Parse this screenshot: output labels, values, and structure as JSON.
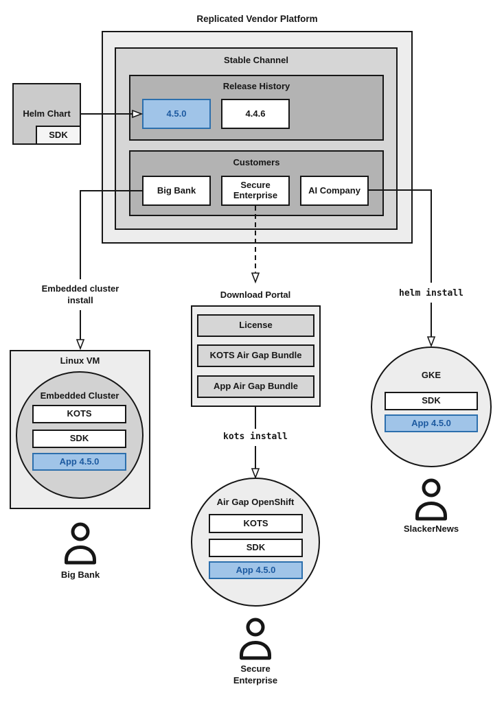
{
  "colors": {
    "highlight_fill": "#a0c4e8",
    "highlight_border": "#2c6fad",
    "highlight_text": "#1d5aa0",
    "container_light": "#ededed",
    "container_mid": "#d6d6d6",
    "container_dark": "#b3b3b3",
    "line": "#161616"
  },
  "vendor_platform": {
    "title": "Replicated Vendor Platform",
    "stable_channel": {
      "label": "Stable Channel",
      "release_history": {
        "label": "Release History",
        "releases": [
          "4.5.0",
          "4.4.6"
        ],
        "highlighted_release": "4.5.0"
      },
      "customers": {
        "label": "Customers",
        "items": [
          "Big Bank",
          "Secure Enterprise",
          "AI Company"
        ]
      }
    }
  },
  "helm_chart": {
    "label": "Helm Chart",
    "sdk": "SDK"
  },
  "branches": {
    "embedded": {
      "install_label": "Embedded cluster install",
      "vm": {
        "title": "Linux VM",
        "cluster": {
          "title": "Embedded Cluster",
          "components": [
            "KOTS",
            "SDK",
            "App 4.5.0"
          ]
        }
      },
      "user": "Big Bank"
    },
    "airgap": {
      "portal": {
        "title": "Download Portal",
        "items": [
          "License",
          "KOTS Air Gap Bundle",
          "App Air Gap Bundle"
        ]
      },
      "install_label": "kots install",
      "cluster": {
        "title": "Air Gap OpenShift",
        "components": [
          "KOTS",
          "SDK",
          "App 4.5.0"
        ]
      },
      "user": "Secure Enterprise"
    },
    "helm": {
      "install_label": "helm install",
      "cluster": {
        "title": "GKE",
        "components": [
          "SDK",
          "App 4.5.0"
        ]
      },
      "user": "SlackerNews"
    }
  }
}
